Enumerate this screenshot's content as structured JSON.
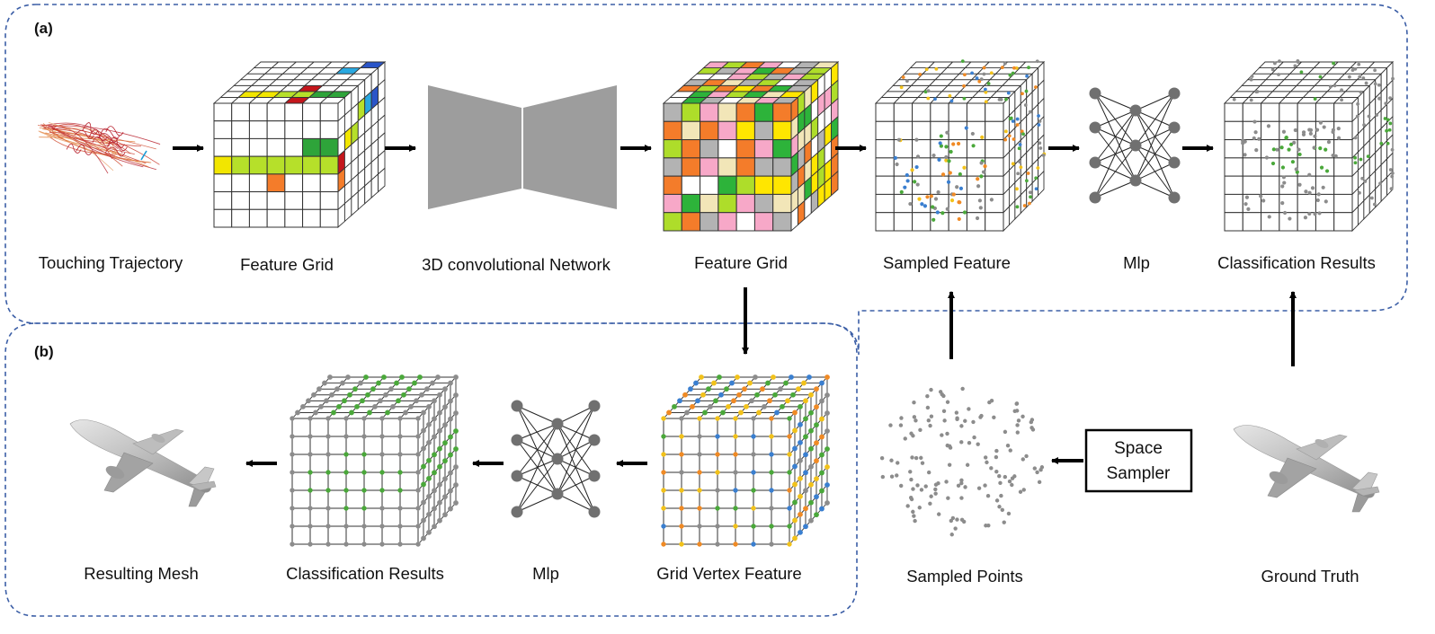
{
  "panels": {
    "a": {
      "tag": "(a)"
    },
    "b": {
      "tag": "(b)"
    }
  },
  "labels": {
    "touching_trajectory": "Touching Trajectory",
    "feature_grid_1": "Feature Grid",
    "conv_network": "3D convolutional Network",
    "feature_grid_2": "Feature Grid",
    "sampled_feature": "Sampled Feature",
    "mlp_top": "Mlp",
    "classification_top": "Classification Results",
    "resulting_mesh": "Resulting Mesh",
    "classification_bottom": "Classification Results",
    "mlp_bottom": "Mlp",
    "grid_vertex_feature": "Grid Vertex Feature",
    "sampled_points": "Sampled Points",
    "ground_truth": "Ground Truth"
  },
  "space_sampler": {
    "line1": "Space",
    "line2": "Sampler"
  },
  "colors": {
    "panel_border": "#3b5ea6",
    "grid_line": "#333333",
    "node": "#707070",
    "point_grey": "#8c8c8c",
    "feature_palette": [
      "#f47c2a",
      "#aedd2a",
      "#f7a8c8",
      "#b3b3b3",
      "#2db33a",
      "#f2e6b8",
      "#ffe600",
      "#ffffff"
    ],
    "sparse_yellow": "#f2e600",
    "sparse_lime": "#b6e02a",
    "sparse_green": "#2ea43a",
    "sparse_red": "#c4161c",
    "sparse_blue": "#2a55c8",
    "sparse_cyan": "#29a8e0",
    "sparse_orange": "#f47c2a",
    "point_orange": "#f08a24",
    "point_blue": "#3a7fd0",
    "point_green": "#4aa83a",
    "point_yellow": "#f2c21a"
  },
  "icons": {
    "trajectory": "touch-trajectory-sketch",
    "airplane": "airplane-mesh-render"
  }
}
